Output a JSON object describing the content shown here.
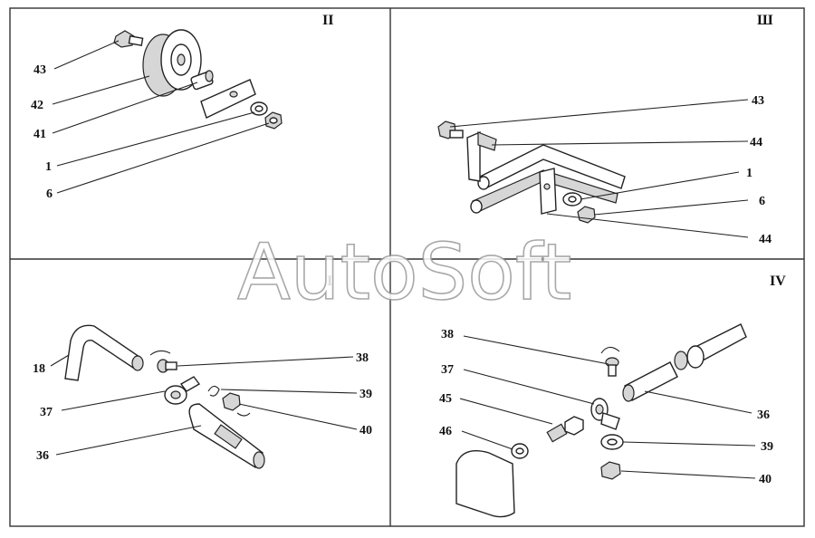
{
  "panels": {
    "top_left": {
      "title": "II",
      "callouts": [
        "43",
        "42",
        "41",
        "1",
        "6"
      ]
    },
    "top_right": {
      "title": "Ш",
      "callouts": [
        "43",
        "44",
        "1",
        "6",
        "44"
      ]
    },
    "bottom_left": {
      "title": "I",
      "callouts": [
        "18",
        "37",
        "36",
        "38",
        "39",
        "40"
      ]
    },
    "bottom_right": {
      "title": "IV",
      "callouts": [
        "38",
        "37",
        "45",
        "46",
        "36",
        "39",
        "40"
      ]
    }
  },
  "watermark": "AutoSoft"
}
